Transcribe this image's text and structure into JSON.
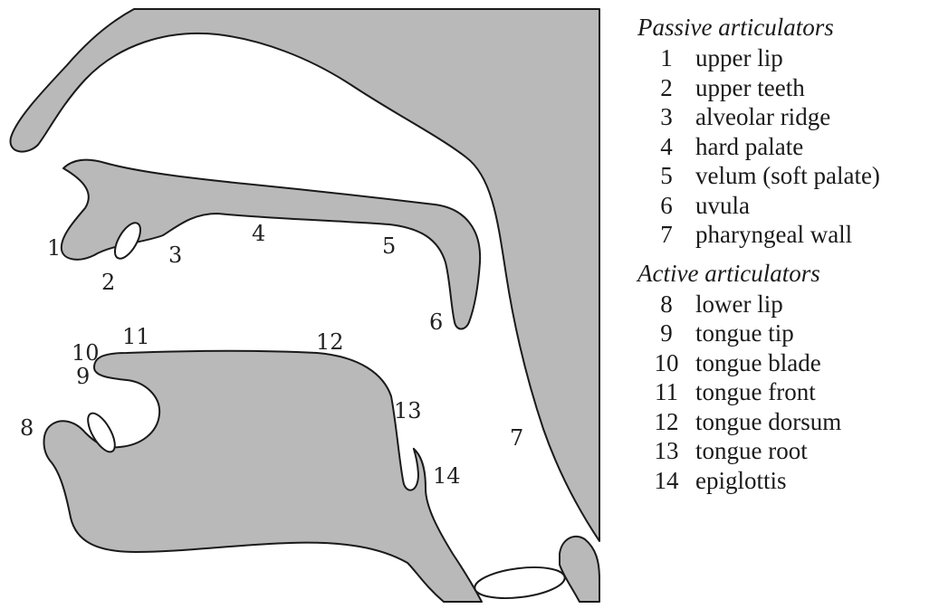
{
  "diagram_labels": [
    "1",
    "2",
    "3",
    "4",
    "5",
    "6",
    "7",
    "8",
    "9",
    "10",
    "11",
    "12",
    "13",
    "14"
  ],
  "legend": {
    "passive": {
      "heading": "Passive articulators",
      "items": [
        {
          "num": "1",
          "text": "upper lip"
        },
        {
          "num": "2",
          "text": "upper teeth"
        },
        {
          "num": "3",
          "text": "alveolar ridge"
        },
        {
          "num": "4",
          "text": "hard palate"
        },
        {
          "num": "5",
          "text": "velum (soft palate)"
        },
        {
          "num": "6",
          "text": "uvula"
        },
        {
          "num": "7",
          "text": "pharyngeal wall"
        }
      ]
    },
    "active": {
      "heading": "Active articulators",
      "items": [
        {
          "num": "8",
          "text": "lower lip"
        },
        {
          "num": "9",
          "text": "tongue tip"
        },
        {
          "num": "10",
          "text": "tongue blade"
        },
        {
          "num": "11",
          "text": "tongue front"
        },
        {
          "num": "12",
          "text": "tongue dorsum"
        },
        {
          "num": "13",
          "text": "tongue root"
        },
        {
          "num": "14",
          "text": "epiglottis"
        }
      ]
    }
  },
  "colors": {
    "tissue_fill": "#b9b9b9",
    "outline": "#1a1a1a",
    "background": "#ffffff"
  }
}
